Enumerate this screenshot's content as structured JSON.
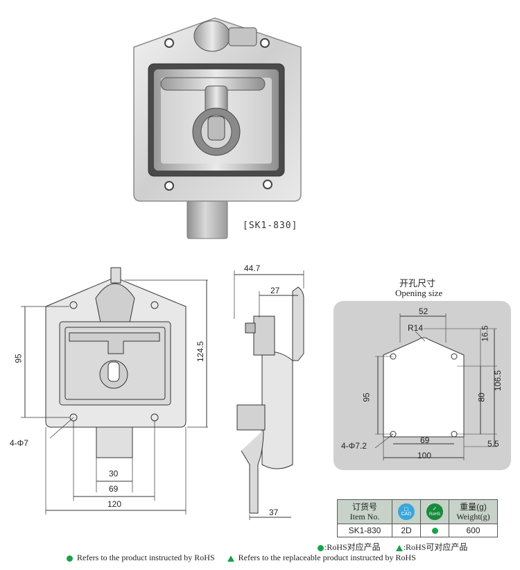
{
  "product": {
    "caption": "[SK1-830]"
  },
  "front_view": {
    "dims": {
      "height_label": "95",
      "overall_height_label": "124.5",
      "holes_label": "4-Φ7",
      "width_30": "30",
      "width_69": "69",
      "width_120": "120"
    }
  },
  "side_view": {
    "dims": {
      "depth_label": "44.7",
      "inner_label": "27",
      "shaft_label": "37"
    }
  },
  "opening": {
    "title_cn": "开孔尺寸",
    "title_en": "Opening size",
    "dims": {
      "top_width": "52",
      "radius": "R14",
      "top_height": "16.5",
      "left_height": "95",
      "inner_height": "80",
      "overall_height": "106.5",
      "holes": "4-Φ7.2",
      "hole_spacing": "69",
      "bottom_offset": "5.5",
      "overall_width": "100"
    }
  },
  "spec_table": {
    "header": {
      "item_cn": "订货号",
      "item_en": "Item No.",
      "cad_label": "CAD",
      "rohs_label": "RoHS",
      "weight_cn": "重量(g)",
      "weight_en": "Weight(g)"
    },
    "rows": [
      {
        "item": "SK1-830",
        "cad": "2D",
        "weight": "600"
      }
    ]
  },
  "legend": {
    "cn_rohs": ":RoHS对应产品",
    "cn_replace": ":RoHS可对应产品",
    "en_rohs": "Refers to the product instructed by RoHS",
    "en_replace": "Refers to the replaceable product instructed by RoHS"
  },
  "colors": {
    "rohs_green": "#17a34a",
    "table_header": "#c7d2c9",
    "opening_panel": "#d0d0d0"
  }
}
